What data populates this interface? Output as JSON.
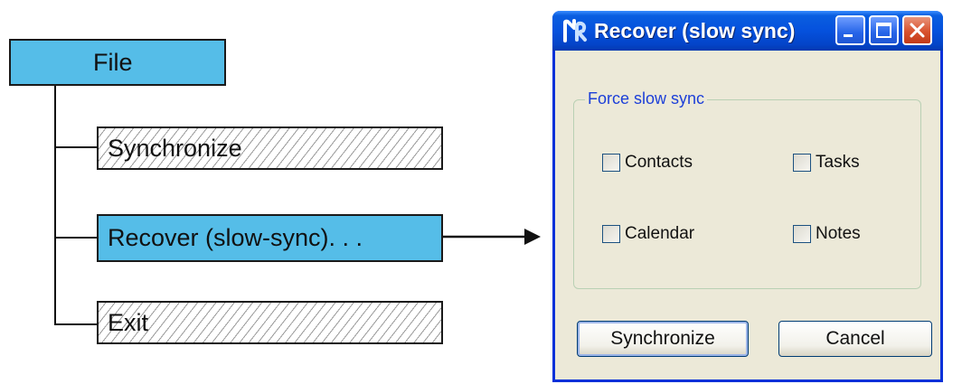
{
  "menu": {
    "file": "File",
    "items": [
      {
        "label": "Synchronize"
      },
      {
        "label": "Recover (slow-sync). . ."
      },
      {
        "label": "Exit"
      }
    ]
  },
  "dialog": {
    "title": "Recover (slow sync)",
    "group_label": "Force slow sync",
    "checkboxes": [
      {
        "label": "Contacts",
        "checked": false
      },
      {
        "label": "Tasks",
        "checked": false
      },
      {
        "label": "Calendar",
        "checked": false
      },
      {
        "label": "Notes",
        "checked": false
      }
    ],
    "buttons": {
      "synchronize": "Synchronize",
      "cancel": "Cancel"
    }
  },
  "colors": {
    "highlight": "#55bde8",
    "titlebar": "#0551dd",
    "group_label": "#1c3fd8"
  }
}
